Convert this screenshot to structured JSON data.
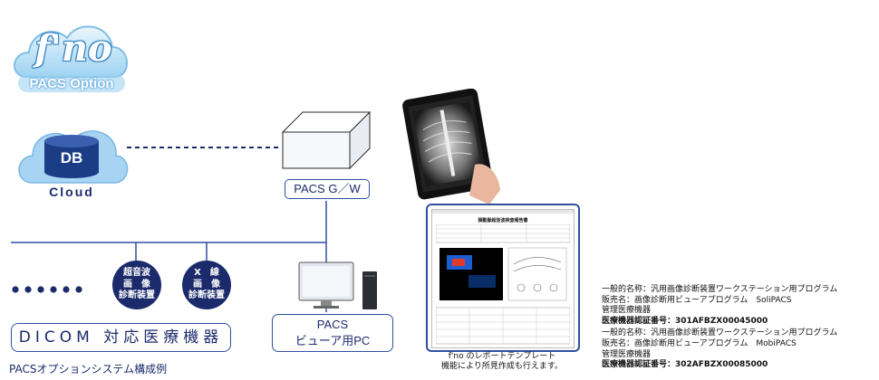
{
  "logo": {
    "brand": "f'no",
    "subtitle": "PACS Option"
  },
  "cloud": {
    "db_label": "DB",
    "caption": "Cloud"
  },
  "gateway": {
    "label": "PACS G／W"
  },
  "modalities": [
    {
      "lines": [
        "超音波",
        "画　像",
        "診断装置"
      ]
    },
    {
      "lines": [
        "X　線",
        "画　像",
        "診断装置"
      ]
    }
  ],
  "dicom_label": "DICOM 対応医療機器",
  "viewer_label_line1": "PACS",
  "viewer_label_line2": "ビューア用PC",
  "report": {
    "title": "頚動脈超音波検査報告書",
    "caption_line1": "f'no のレポートテンプレート",
    "caption_line2": "機能により所見作成も行えます。"
  },
  "figure_caption": "PACSオプションシステム構成例",
  "registrations": [
    {
      "generic": "一般的名称：汎用画像診断装置ワークステーション用プログラム",
      "sales": "販売名：画像診断用ビューアプログラム　SoliPACS",
      "class": "管理医療機器",
      "cert": "医療機器認証番号：301AFBZX00045000"
    },
    {
      "generic": "一般的名称：汎用画像診断装置ワークステーション用プログラム",
      "sales": "販売名：画像診断用ビューアプログラム　MobiPACS",
      "class": "管理医療機器",
      "cert": "医療機器認証番号：302AFBZX00085000"
    }
  ],
  "colors": {
    "navy": "#1b2a6b",
    "line_blue": "#2f4f9f",
    "cloud_blue": "#8ec8ee",
    "db_blue": "#1a3d86"
  }
}
